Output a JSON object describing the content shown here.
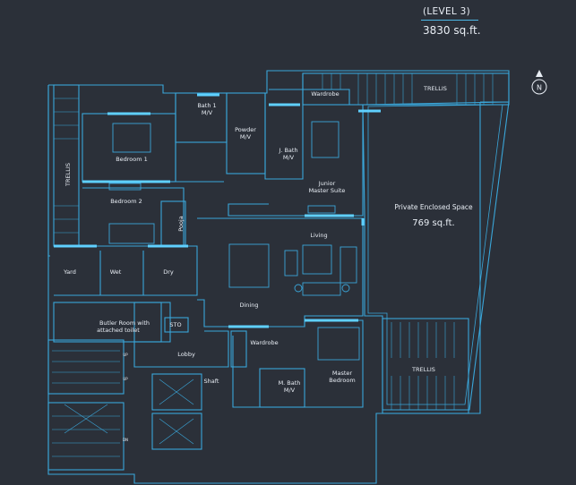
{
  "header": {
    "level": "(LEVEL 3)",
    "total_area": "3830 sq.ft."
  },
  "compass": {
    "letter": "N"
  },
  "colors": {
    "background": "#2b3039",
    "wall": "#3aa6d9",
    "accent": "#5fd0ff",
    "text": "#e9eef5"
  },
  "rooms": {
    "trellis_top": "TRELLIS",
    "trellis_left": "TRELLIS",
    "trellis_right": "TRELLIS",
    "wardrobe_top": "Wardrobe",
    "bath1": [
      "Bath 1",
      "M/V"
    ],
    "powder": [
      "Powder",
      "M/V"
    ],
    "jbath": [
      "J. Bath",
      "M/V"
    ],
    "bedroom1": "Bedroom 1",
    "junior_suite": [
      "Junior",
      "Master Suite"
    ],
    "private_space": "Private Enclosed Space",
    "private_area": "769 sq.ft.",
    "bedroom2": "Bedroom 2",
    "pooja": "Pooja",
    "living": "Living",
    "yard": "Yard",
    "wet": "Wet",
    "dry": "Dry",
    "dining": "Dining",
    "butler": [
      "Butler Room with",
      "attached toilet"
    ],
    "sto": "STO",
    "wardrobe_mid": "Wardrobe",
    "lobby": "Lobby",
    "shaft": "Shaft",
    "mbath": [
      "M. Bath",
      "M/V"
    ],
    "master": [
      "Master",
      "Bedroom"
    ],
    "up1": "UP",
    "up2": "UP",
    "dn": "DN"
  }
}
